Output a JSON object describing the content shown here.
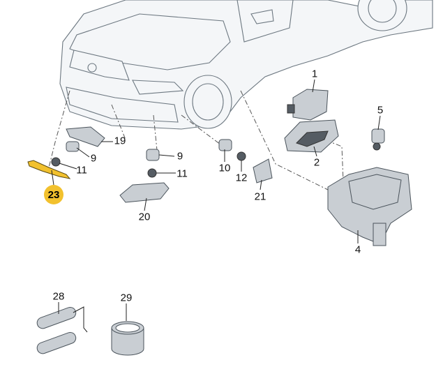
{
  "diagram_title": "",
  "highlight_color": "#f2c12e",
  "labels": {
    "p1": "1",
    "p2": "2",
    "p4": "4",
    "p5": "5",
    "p9a": "9",
    "p9b": "9",
    "p10": "10",
    "p11a": "11",
    "p11b": "11",
    "p12": "12",
    "p19": "19",
    "p20": "20",
    "p21": "21",
    "p23": "23",
    "p28": "28",
    "p29": "29"
  }
}
